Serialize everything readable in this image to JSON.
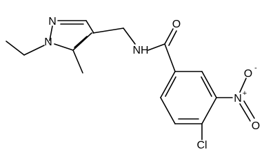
{
  "molecule": {
    "atoms": {
      "N1": "N",
      "N2": "N",
      "NH": "NH",
      "O_carbonyl": "O",
      "N_nitro": "N",
      "O_nitro_top": "O",
      "O_nitro_right": "O",
      "Cl": "Cl"
    },
    "charges": {
      "N_nitro": "+",
      "O_nitro_top": "-"
    }
  }
}
